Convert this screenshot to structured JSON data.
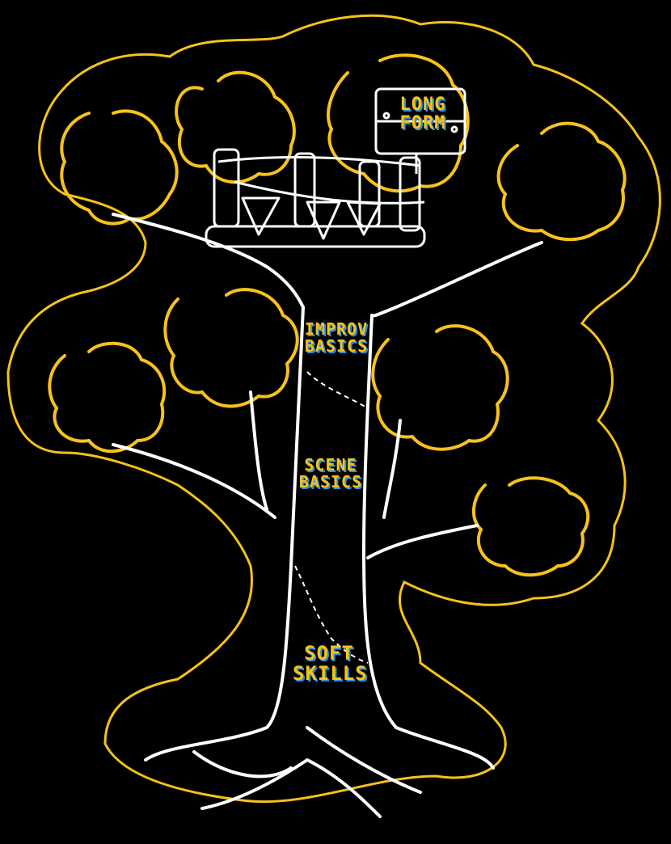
{
  "illustration": {
    "title": "Improv learning tree",
    "colors": {
      "background": "#000000",
      "outline": "#F7C21B",
      "line_art": "#FFFFFF",
      "label_text": "#F7C21B",
      "label_shadow": "#2A8FE0"
    },
    "sign": {
      "line1": "LONG",
      "line2": "FORM"
    },
    "levels": [
      {
        "line1": "IMPROV",
        "line2": "BASICS"
      },
      {
        "line1": "SCENE",
        "line2": "BASICS"
      },
      {
        "line1": "SOFT",
        "line2": "SKILLS"
      }
    ]
  }
}
